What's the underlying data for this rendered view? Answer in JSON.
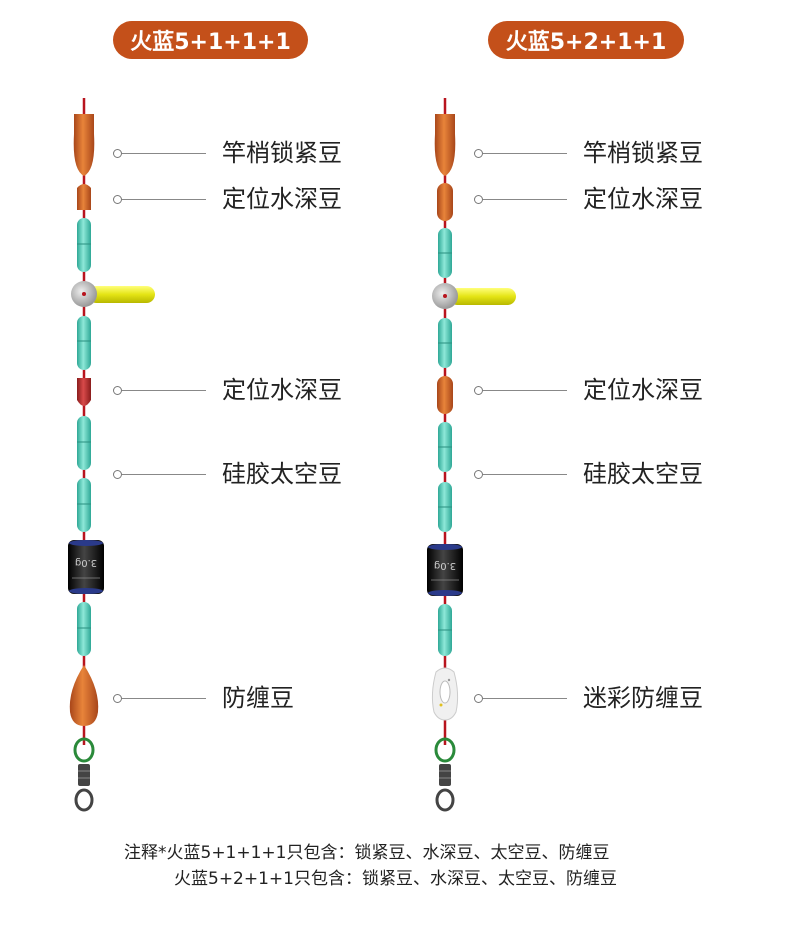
{
  "rigs": [
    {
      "title": "火蓝5+1+1+1",
      "labels": [
        "竿梢锁紧豆",
        "定位水深豆",
        "定位水深豆",
        "硅胶太空豆",
        "防缠豆"
      ],
      "sinker_mark": "3.0g"
    },
    {
      "title": "火蓝5+2+1+1",
      "labels": [
        "竿梢锁紧豆",
        "定位水深豆",
        "定位水深豆",
        "硅胶太空豆",
        "迷彩防缠豆"
      ],
      "sinker_mark": "3.0g"
    }
  ],
  "notes": {
    "line1": "注释*火蓝5+1+1+1只包含：锁紧豆、水深豆、太空豆、防缠豆",
    "line2": "火蓝5+2+1+1只包含：锁紧豆、水深豆、太空豆、防缠豆"
  },
  "colors": {
    "title_pill": "#c4501a",
    "line": "#b8141e",
    "orange_bead": "#d9642a",
    "teal_bead": "#5cc8b6",
    "red_bead": "#b82a2a",
    "float": "#e8e81a",
    "sinker": "#1a1a1a",
    "swivel_loop": "#2a8a3a"
  }
}
